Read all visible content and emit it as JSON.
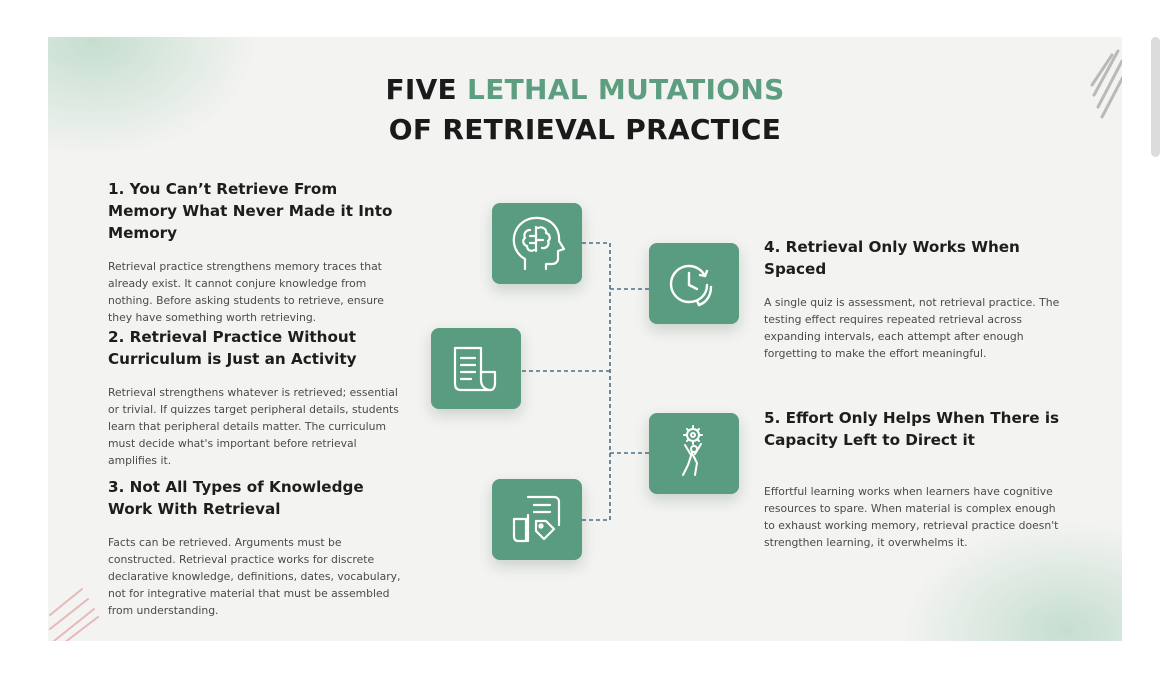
{
  "title": {
    "line1_prefix": "FIVE",
    "line1_accent": "LETHAL MUTATIONS",
    "line2": "OF RETRIEVAL PRACTICE"
  },
  "colors": {
    "accent": "#5c9e7f",
    "tile": "#5a9c7f",
    "background": "#f3f3f1",
    "connector": "#4a6f88"
  },
  "sections": [
    {
      "heading": "1. You Can’t Retrieve From Memory What Never Made it Into Memory",
      "body": "Retrieval practice strengthens memory traces that already exist. It cannot conjure knowledge from nothing. Before asking students to retrieve, ensure they have something worth retrieving."
    },
    {
      "heading": "2. Retrieval Practice Without Curriculum is Just an Activity",
      "body": "Retrieval strengthens whatever is retrieved; essential or trivial. If quizzes target peripheral details, students learn that peripheral details matter. The curriculum must decide what's important before retrieval amplifies it."
    },
    {
      "heading": "3. Not All Types of Knowledge Work With Retrieval",
      "body": "Facts can be retrieved. Arguments must be constructed. Retrieval practice works for discrete declarative knowledge, definitions, dates, vocabulary, not for integrative material that must be assembled from understanding."
    },
    {
      "heading": "4. Retrieval Only Works When Spaced",
      "body": "A single quiz is assessment, not retrieval practice. The testing effect requires repeated retrieval across expanding intervals, each attempt after enough forgetting to make the effort meaningful."
    },
    {
      "heading": "5. Effort Only Helps When There is Capacity Left to Direct it",
      "body": "Effortful learning works when learners have cognitive resources to spare. When material is complex enough to exhaust working memory, retrieval practice doesn't strengthen learning, it overwhelms it."
    }
  ],
  "icons": [
    "brain-head-icon",
    "document-icon",
    "clipboard-tag-icon",
    "clock-refresh-icon",
    "person-gear-icon"
  ]
}
